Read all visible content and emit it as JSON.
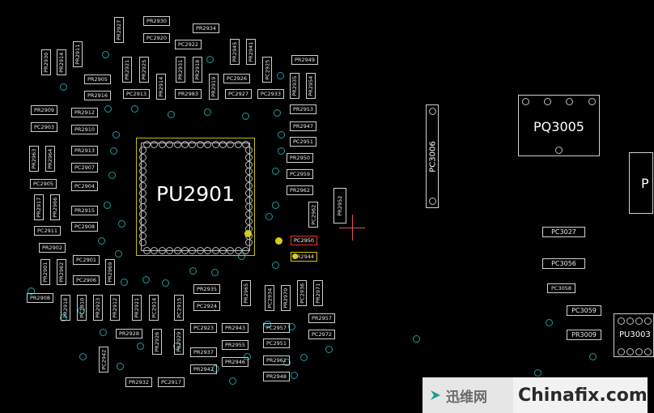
{
  "board": {
    "main_ic": "PU2901",
    "pq3005": "PQ3005",
    "pc3006": "PC3006",
    "pu3003": "PU3003",
    "cut_label": "P",
    "watermark_cn": "迅维网",
    "watermark_en": "Chinafix.com"
  },
  "colors": {
    "background": "#000000",
    "outline": "#cfcfcf",
    "via": "#1f9b9b",
    "highlight_red": "#ff2a2a",
    "highlight_yellow": "#d8c800",
    "crosshair": "#e05050"
  },
  "components": [
    {
      "id": "PR2927",
      "v": true
    },
    {
      "id": "PR2930",
      "v": false
    },
    {
      "id": "PC2920",
      "v": false
    },
    {
      "id": "PR2934",
      "v": false
    },
    {
      "id": "PC2922",
      "v": false
    },
    {
      "id": "PR2911",
      "v": true
    },
    {
      "id": "PR2914",
      "v": true
    },
    {
      "id": "PR2930b",
      "label": "PR2930",
      "v": true
    },
    {
      "id": "PR2905",
      "v": false
    },
    {
      "id": "PR2916",
      "v": false
    },
    {
      "id": "PR2921",
      "v": true
    },
    {
      "id": "PR2925",
      "v": true
    },
    {
      "id": "PC2913",
      "v": false
    },
    {
      "id": "PR2914b",
      "label": "PR2914",
      "v": true
    },
    {
      "id": "PR2931",
      "v": true
    },
    {
      "id": "PR2983",
      "v": false
    },
    {
      "id": "PR2918",
      "v": true
    },
    {
      "id": "PR2919",
      "v": true
    },
    {
      "id": "PR2945",
      "v": true
    },
    {
      "id": "PR2941",
      "v": true
    },
    {
      "id": "PC2926",
      "v": false
    },
    {
      "id": "PC2927",
      "v": false
    },
    {
      "id": "PC2925",
      "v": true
    },
    {
      "id": "PC2933",
      "v": false
    },
    {
      "id": "PR2949",
      "v": false
    },
    {
      "id": "PR2935",
      "v": true
    },
    {
      "id": "PR2954",
      "v": true
    },
    {
      "id": "PR2909",
      "v": false
    },
    {
      "id": "PR2912",
      "v": false
    },
    {
      "id": "PC2903",
      "v": false
    },
    {
      "id": "PR2910",
      "v": false
    },
    {
      "id": "PR2953",
      "v": false
    },
    {
      "id": "PR2947",
      "v": false
    },
    {
      "id": "PR2963",
      "v": true
    },
    {
      "id": "PR2964",
      "v": true
    },
    {
      "id": "PR2913",
      "v": false
    },
    {
      "id": "PC2907",
      "v": false
    },
    {
      "id": "PC2951",
      "v": false
    },
    {
      "id": "PR2950",
      "v": false
    },
    {
      "id": "PC2905",
      "v": false
    },
    {
      "id": "PC2904",
      "v": false
    },
    {
      "id": "PC2959",
      "v": false
    },
    {
      "id": "PR2917",
      "v": true
    },
    {
      "id": "PR2966",
      "v": true
    },
    {
      "id": "PR2915",
      "v": false
    },
    {
      "id": "PR2962",
      "v": false
    },
    {
      "id": "PC2962",
      "v": true
    },
    {
      "id": "PR2952",
      "v": true
    },
    {
      "id": "PC2908",
      "v": false
    },
    {
      "id": "PC2911",
      "v": false
    },
    {
      "id": "PR2902",
      "v": false
    },
    {
      "id": "PC2950",
      "v": false,
      "hl": "red"
    },
    {
      "id": "PR2944",
      "v": false,
      "hl": "yellow"
    },
    {
      "id": "PR2901",
      "v": true
    },
    {
      "id": "PR2962b",
      "label": "PR2962",
      "v": true
    },
    {
      "id": "PC2901",
      "v": false
    },
    {
      "id": "PR2969",
      "v": true
    },
    {
      "id": "PC2906",
      "v": false
    },
    {
      "id": "PR2908",
      "v": false
    },
    {
      "id": "PR2918b",
      "label": "PR2918",
      "v": true
    },
    {
      "id": "PC2910",
      "v": true
    },
    {
      "id": "PR2923",
      "v": true
    },
    {
      "id": "PR2912b",
      "label": "PR2912",
      "v": true
    },
    {
      "id": "PR2921b",
      "label": "PR2921",
      "v": true
    },
    {
      "id": "PC2914",
      "v": true
    },
    {
      "id": "PC2915",
      "v": true
    },
    {
      "id": "PR2935b",
      "label": "PR2935",
      "v": false
    },
    {
      "id": "PC2924",
      "v": false
    },
    {
      "id": "PR2965",
      "v": true
    },
    {
      "id": "PC2934",
      "v": true
    },
    {
      "id": "PR2970",
      "v": true
    },
    {
      "id": "PC2936",
      "v": true
    },
    {
      "id": "PR2971",
      "v": true
    },
    {
      "id": "PR2928",
      "v": false
    },
    {
      "id": "PR2926",
      "v": true
    },
    {
      "id": "PR2929",
      "v": true
    },
    {
      "id": "PC2923",
      "v": false
    },
    {
      "id": "PR2943",
      "v": false
    },
    {
      "id": "PR2957",
      "v": false
    },
    {
      "id": "PC2957",
      "v": false
    },
    {
      "id": "PR2955",
      "v": false
    },
    {
      "id": "PC2951b",
      "label": "PC2951",
      "v": false
    },
    {
      "id": "PC2972",
      "v": false
    },
    {
      "id": "PR2937",
      "v": false
    },
    {
      "id": "PR2946",
      "v": false
    },
    {
      "id": "PR2961",
      "v": false
    },
    {
      "id": "PC2942",
      "v": true
    },
    {
      "id": "PR2942",
      "v": false
    },
    {
      "id": "PR2948",
      "v": false
    },
    {
      "id": "PR2932",
      "v": false
    },
    {
      "id": "PC2917",
      "v": false
    },
    {
      "id": "PC3027",
      "v": false
    },
    {
      "id": "PC3056",
      "v": false
    },
    {
      "id": "PC3058",
      "v": false
    },
    {
      "id": "PC3059",
      "v": false
    },
    {
      "id": "PR3009",
      "v": false
    }
  ]
}
